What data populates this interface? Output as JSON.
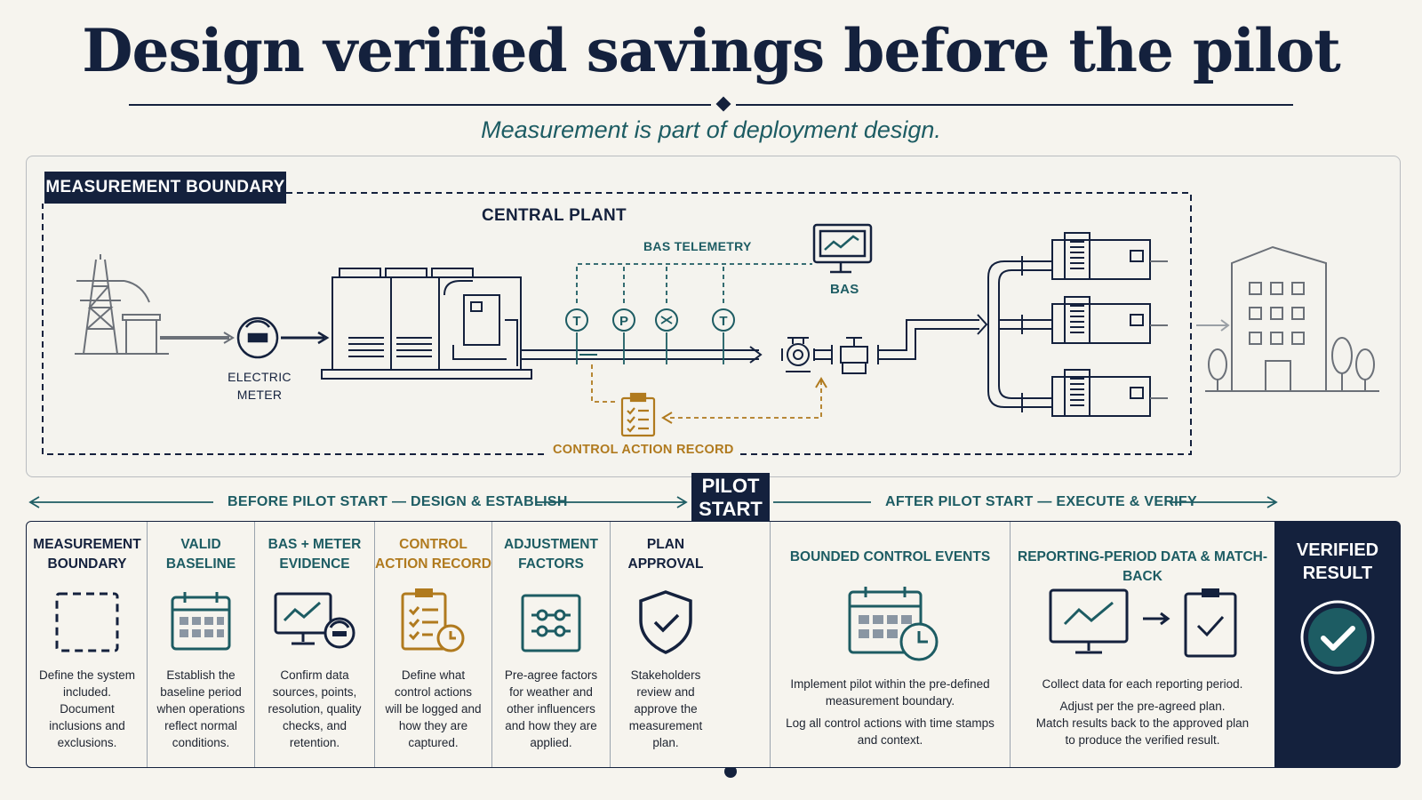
{
  "header": {
    "title": "Design verified savings before the pilot",
    "subtitle": "Measurement is part of deployment design."
  },
  "diagram": {
    "boundary_tag": "MEASUREMENT BOUNDARY",
    "central_plant": "CENTRAL PLANT",
    "bas_telemetry": "BAS TELEMETRY",
    "bas": "BAS",
    "electric_meter_line1": "ELECTRIC",
    "electric_meter_line2": "METER",
    "control_action_record": "CONTROL ACTION RECORD",
    "sensors": [
      "T",
      "P",
      "T"
    ]
  },
  "timeline": {
    "before": "BEFORE PILOT START — DESIGN & ESTABLISH",
    "after": "AFTER PILOT START — EXECUTE & VERIFY",
    "pilot_line1": "PILOT",
    "pilot_line2": "START"
  },
  "steps": [
    {
      "head1": "MEASUREMENT",
      "head2": "BOUNDARY",
      "icon": "dashed-boundary-icon",
      "desc": [
        "Define the system",
        "included.",
        "Document",
        "inclusions and",
        "exclusions."
      ]
    },
    {
      "head1": "VALID",
      "head2": "BASELINE",
      "icon": "calendar-icon",
      "desc": [
        "Establish the",
        "baseline period",
        "when operations",
        "reflect normal",
        "conditions."
      ]
    },
    {
      "head1": "BAS + METER",
      "head2": "EVIDENCE",
      "icon": "monitor-meter-icon",
      "desc": [
        "Confirm data",
        "sources, points,",
        "resolution, quality",
        "checks, and",
        "retention."
      ]
    },
    {
      "head1": "CONTROL",
      "head2": "ACTION RECORD",
      "icon": "clipboard-clock-icon",
      "desc": [
        "Define what",
        "control actions",
        "will be logged and",
        "how they are",
        "captured."
      ]
    },
    {
      "head1": "ADJUSTMENT",
      "head2": "FACTORS",
      "icon": "sliders-icon",
      "desc": [
        "Pre-agree factors",
        "for weather and",
        "other influencers",
        "and how they are",
        "applied."
      ]
    },
    {
      "head1": "PLAN",
      "head2": "APPROVAL",
      "icon": "shield-check-icon",
      "desc": [
        "Stakeholders",
        "review and",
        "approve the",
        "measurement",
        "plan."
      ]
    }
  ],
  "after_steps": [
    {
      "head": "BOUNDED CONTROL EVENTS",
      "icon": "calendar-clock-icon",
      "desc": [
        "Implement pilot within the pre-defined",
        "measurement boundary.",
        "Log all control actions with time stamps",
        "and context."
      ]
    },
    {
      "head": "REPORTING-PERIOD DATA & MATCH-BACK",
      "icon": "monitor-to-clipboard-icon",
      "desc": [
        "Collect data for each reporting period.",
        "Adjust per the pre-agreed plan.",
        "Match results back to the approved plan",
        "to produce the verified result."
      ]
    }
  ],
  "verified": {
    "line1": "VERIFIED",
    "line2": "RESULT"
  },
  "colors": {
    "navy": "#14213d",
    "teal": "#1d5c63",
    "amber": "#b07a1e",
    "gray": "#6b7078",
    "background": "#f6f4ee"
  }
}
